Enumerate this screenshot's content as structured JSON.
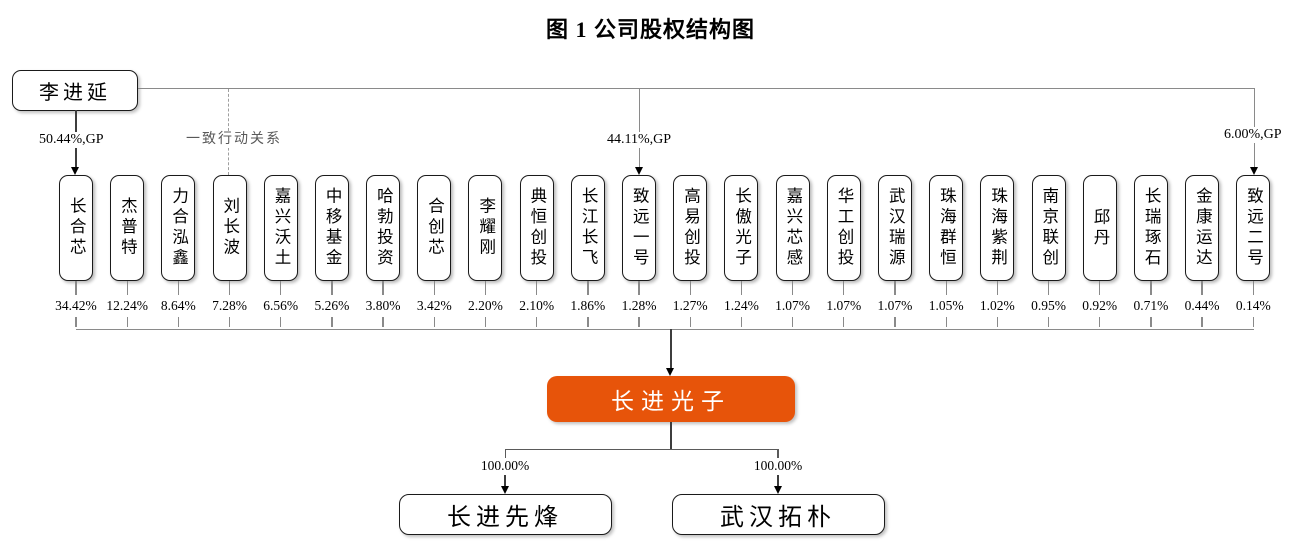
{
  "title": "图 1 公司股权结构图",
  "root": {
    "name": "李进延"
  },
  "edge_labels": {
    "root_to_changhexin": "50.44%,GP",
    "concerted_action": "一致行动关系",
    "root_to_zhiyuan1": "44.11%,GP",
    "root_to_zhiyuan2": "6.00%,GP"
  },
  "shareholders": [
    {
      "name": "长合芯",
      "pct": "34.42%"
    },
    {
      "name": "杰普特",
      "pct": "12.24%"
    },
    {
      "name": "力合泓鑫",
      "pct": "8.64%"
    },
    {
      "name": "刘长波",
      "pct": "7.28%"
    },
    {
      "name": "嘉兴沃土",
      "pct": "6.56%"
    },
    {
      "name": "中移基金",
      "pct": "5.26%"
    },
    {
      "name": "哈勃投资",
      "pct": "3.80%"
    },
    {
      "name": "合创芯",
      "pct": "3.42%"
    },
    {
      "name": "李耀刚",
      "pct": "2.20%"
    },
    {
      "name": "典恒创投",
      "pct": "2.10%"
    },
    {
      "name": "长江长飞",
      "pct": "1.86%"
    },
    {
      "name": "致远一号",
      "pct": "1.28%"
    },
    {
      "name": "高易创投",
      "pct": "1.27%"
    },
    {
      "name": "长傲光子",
      "pct": "1.24%"
    },
    {
      "name": "嘉兴芯感",
      "pct": "1.07%"
    },
    {
      "name": "华工创投",
      "pct": "1.07%"
    },
    {
      "name": "武汉瑞源",
      "pct": "1.07%"
    },
    {
      "name": "珠海群恒",
      "pct": "1.05%"
    },
    {
      "name": "珠海紫荆",
      "pct": "1.02%"
    },
    {
      "name": "南京联创",
      "pct": "0.95%"
    },
    {
      "name": "邱丹",
      "pct": "0.92%"
    },
    {
      "name": "长瑞琢石",
      "pct": "0.71%"
    },
    {
      "name": "金康运达",
      "pct": "0.44%"
    },
    {
      "name": "致远二号",
      "pct": "0.14%"
    }
  ],
  "company": {
    "name": "长进光子",
    "accent_color": "#E7540A"
  },
  "subsidiaries": [
    {
      "name": "长进先烽",
      "pct": "100.00%"
    },
    {
      "name": "武汉拓朴",
      "pct": "100.00%"
    }
  ]
}
